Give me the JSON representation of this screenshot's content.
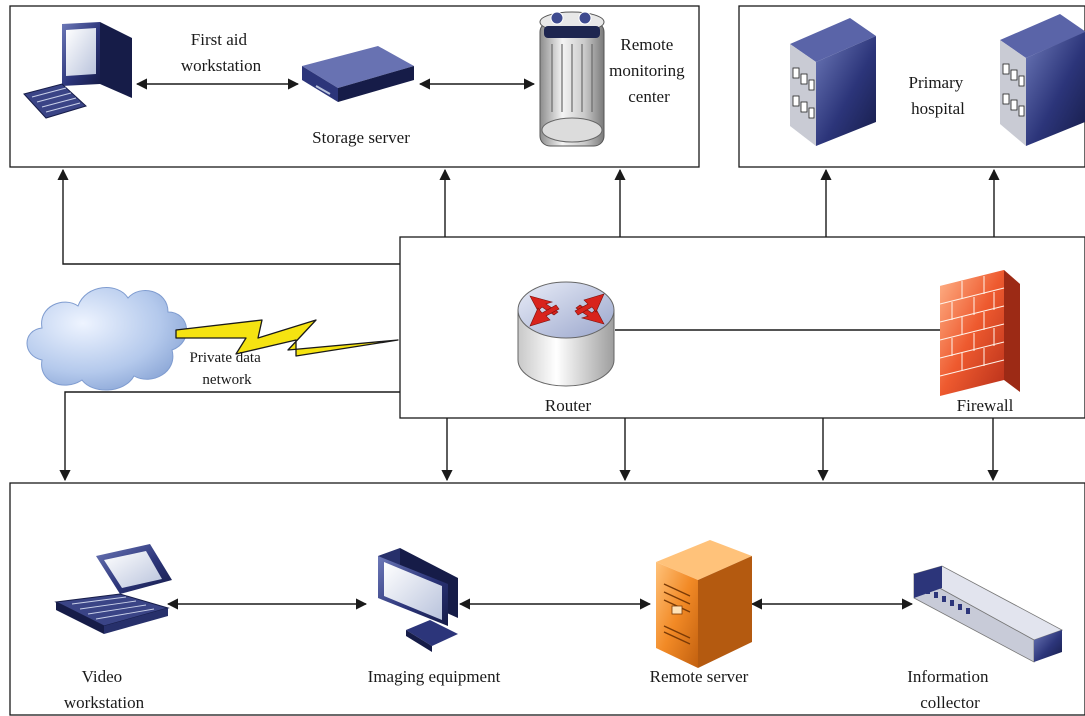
{
  "top_left_group": {
    "first_aid_workstation": [
      "First aid",
      "workstation"
    ],
    "storage_server": "Storage server",
    "remote_monitoring_center": [
      "Remote",
      "monitoring",
      "center"
    ]
  },
  "top_right_group": {
    "primary_hospital": [
      "Primary",
      "hospital"
    ]
  },
  "middle_group": {
    "router": "Router",
    "firewall": "Firewall",
    "private_data_network": [
      "Private data",
      "network"
    ]
  },
  "bottom_group": {
    "video_workstation": [
      "Video",
      "workstation"
    ],
    "imaging_equipment": "Imaging equipment",
    "remote_server": "Remote server",
    "information_collector": [
      "Information",
      "collector"
    ]
  },
  "icons": [
    "desktop-computer-icon",
    "storage-server-icon",
    "monitoring-center-icon",
    "hospital-building-icon",
    "router-icon",
    "firewall-icon",
    "cloud-icon",
    "lightning-icon",
    "laptop-icon",
    "monitor-icon",
    "tower-server-icon",
    "collector-device-icon"
  ],
  "colors": {
    "navy": "#27306b",
    "router_arrow": "#d8231c",
    "firewall": "#e8512a",
    "server_orange": "#f08a24",
    "lightning": "#f5e311",
    "cloud": "#a9c3ea"
  }
}
